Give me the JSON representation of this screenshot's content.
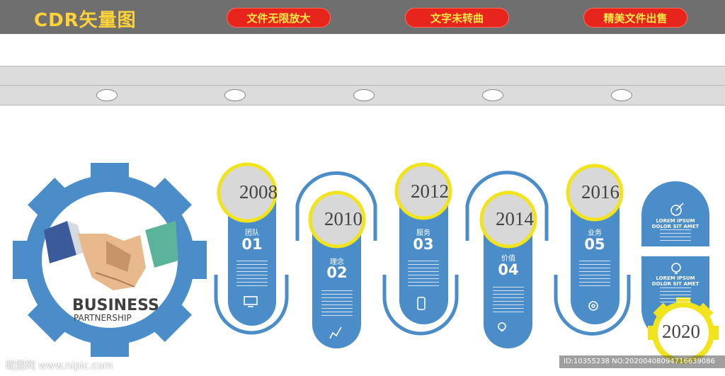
{
  "header": {
    "brand": "CDR矢量图",
    "badges": [
      "文件无限放大",
      "文字未转曲",
      "精美文件出售"
    ]
  },
  "colors": {
    "accent_blue": "#4a8dc9",
    "year_ring": "#f2e41c",
    "badge_red": "#e8251c"
  },
  "logo": {
    "title": "BUSINESS",
    "subtitle": "PARTNERSHIP",
    "icon": "handshake-gear-icon"
  },
  "timeline": {
    "items": [
      {
        "year": "2008",
        "caption": "团队",
        "number": "01",
        "icon": "computer-icon"
      },
      {
        "year": "2010",
        "caption": "理念",
        "number": "02",
        "icon": "chart-icon"
      },
      {
        "year": "2012",
        "caption": "服务",
        "number": "03",
        "icon": "phone-icon"
      },
      {
        "year": "2014",
        "caption": "价值",
        "number": "04",
        "icon": "bulb-icon"
      },
      {
        "year": "2016",
        "caption": "业务",
        "number": "05",
        "icon": "target-icon"
      }
    ],
    "final": {
      "year": "2020",
      "line1": "LOREM IPSUM",
      "line2": "DOLOR SIT AMET",
      "line3": "LOREM IPSUM",
      "line4": "DOLOR SIT AMET"
    }
  },
  "watermark": {
    "site": "昵图网 www.nipic.com",
    "id": "ID:10355238 NO:20200408094716639086"
  }
}
